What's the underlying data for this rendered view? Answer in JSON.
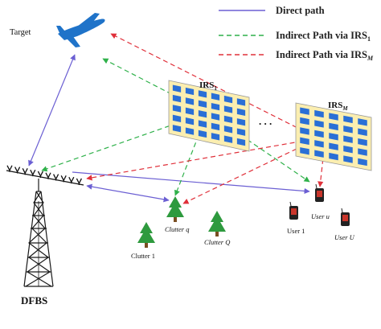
{
  "legend": {
    "direct": {
      "label": "Direct path",
      "color": "#6b5fd3"
    },
    "irs1": {
      "label_main": "Indirect Path via IRS",
      "label_sub": "1",
      "color": "#2fb14a"
    },
    "irsM": {
      "label_main": "Indirect Path via IRS",
      "label_sub": "M",
      "color": "#e0303a"
    }
  },
  "labels": {
    "target": "Target",
    "dfbs": "DFBS",
    "irs1_main": "IRS",
    "irs1_sub": "1",
    "irsM_main": "IRS",
    "irsM_sub": "M",
    "ellipsis": ". . .",
    "clutter1": "Clutter 1",
    "clutterq": "Clutter q",
    "clutterQ": "Clutter Q",
    "user1": "User 1",
    "useru": "User u",
    "userU": "User U"
  },
  "colors": {
    "irs_panel": "#fbeeb0",
    "irs_element": "#2a6fd6",
    "tree": "#2e9a3e",
    "tower": "#1a1a1a",
    "plane": "#1f73c9"
  }
}
